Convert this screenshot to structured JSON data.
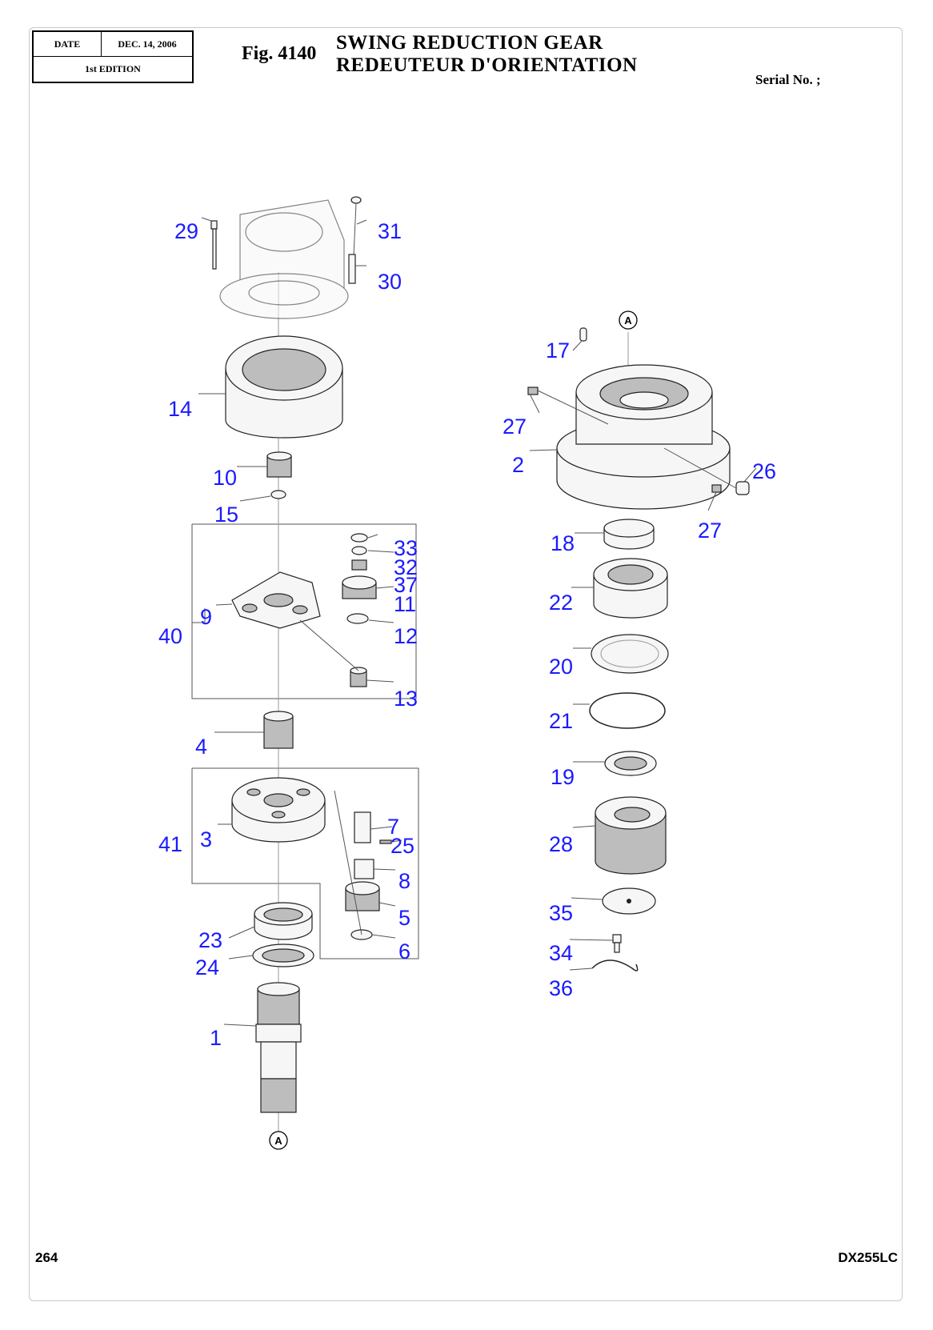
{
  "header": {
    "date_label": "DATE",
    "date_value": "DEC. 14, 2006",
    "edition": "1st EDITION",
    "fig_no": "Fig. 4140",
    "title_en": "SWING REDUCTION GEAR",
    "title_fr": "REDEUTEUR D'ORIENTATION",
    "serial": "Serial No. ;"
  },
  "footer": {
    "page": "264",
    "model": "DX255LC"
  },
  "refs": {
    "a_top": "A",
    "a_bottom": "A"
  },
  "callouts": {
    "c1": "1",
    "c2": "2",
    "c3": "3",
    "c4": "4",
    "c5": "5",
    "c6": "6",
    "c7": "7",
    "c8": "8",
    "c9": "9",
    "c10": "10",
    "c11": "11",
    "c12": "12",
    "c13": "13",
    "c14": "14",
    "c15": "15",
    "c17": "17",
    "c18": "18",
    "c19": "19",
    "c20": "20",
    "c21": "21",
    "c22": "22",
    "c23": "23",
    "c24": "24",
    "c25": "25",
    "c26": "26",
    "c27a": "27",
    "c27b": "27",
    "c28": "28",
    "c29": "29",
    "c30": "30",
    "c31": "31",
    "c32": "32",
    "c33": "33",
    "c34": "34",
    "c35": "35",
    "c36": "36",
    "c37": "37",
    "c40": "40",
    "c41": "41"
  }
}
